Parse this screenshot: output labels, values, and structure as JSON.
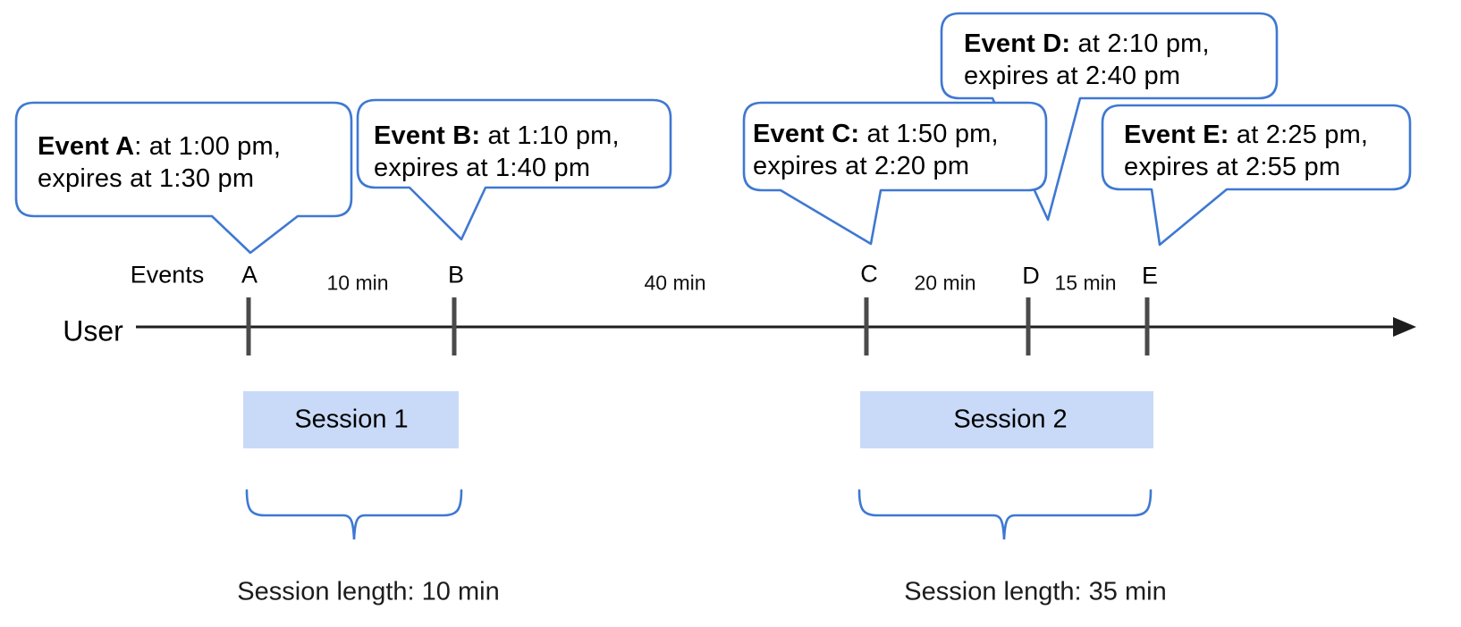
{
  "colors": {
    "bubble_border": "#3e78d2",
    "bubble_fill": "#ffffff",
    "brace": "#3e78d2",
    "session_fill": "#c9daf8",
    "tick": "#4a4a4a",
    "axis": "#1e1e1e"
  },
  "bubbles": [
    {
      "id": "A",
      "bold": "Event A",
      "rest": ": at 1:00 pm,",
      "line2": "expires at 1:30 pm"
    },
    {
      "id": "B",
      "bold": "Event B:",
      "rest": " at 1:10 pm,",
      "line2": "expires at 1:40 pm"
    },
    {
      "id": "C",
      "bold": "Event C:",
      "rest": " at 1:50 pm,",
      "line2": "expires at 2:20 pm"
    },
    {
      "id": "D",
      "bold": "Event D:",
      "rest": " at 2:10 pm,",
      "line2": "expires at 2:40 pm"
    },
    {
      "id": "E",
      "bold": "Event E:",
      "rest": " at 2:25 pm,",
      "line2": "expires at 2:55 pm"
    }
  ],
  "timeline": {
    "events_label": "Events",
    "user_label": "User",
    "ticks": [
      "A",
      "B",
      "C",
      "D",
      "E"
    ],
    "intervals": [
      "10 min",
      "40 min",
      "20 min",
      "15 min"
    ]
  },
  "sessions": [
    {
      "label": "Session 1",
      "length_label": "Session length: 10 min"
    },
    {
      "label": "Session 2",
      "length_label": "Session length: 35 min"
    }
  ]
}
